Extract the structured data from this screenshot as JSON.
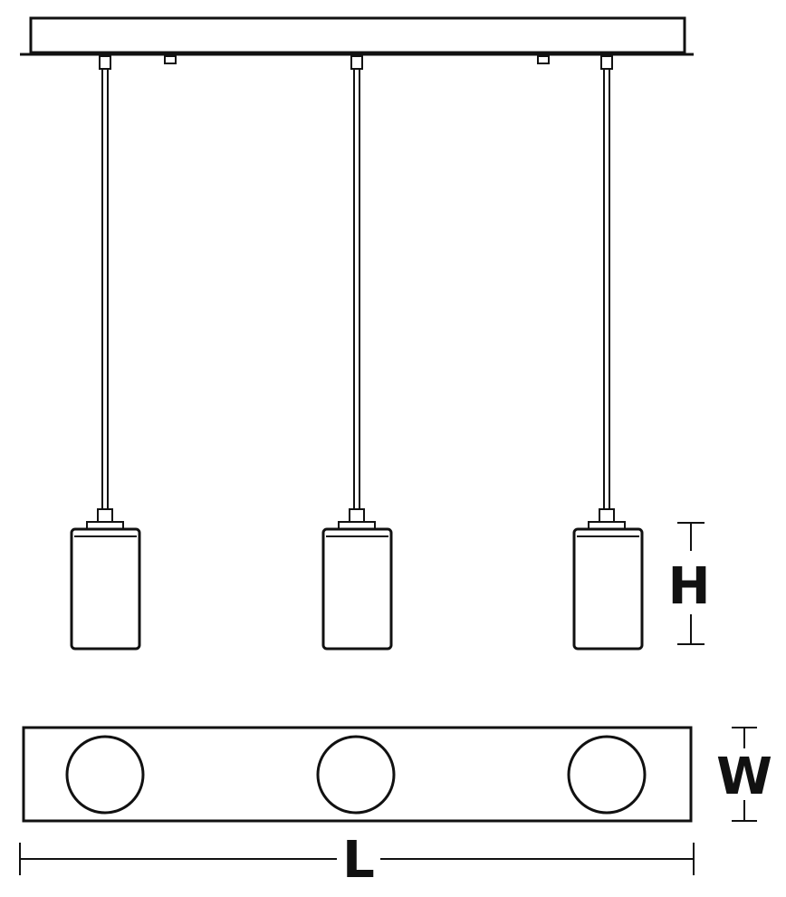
{
  "dimensions": {
    "height_label": "H",
    "width_label": "W",
    "length_label": "L"
  },
  "colors": {
    "ink": "#111111",
    "background": "#ffffff"
  },
  "pendant_count": 3
}
